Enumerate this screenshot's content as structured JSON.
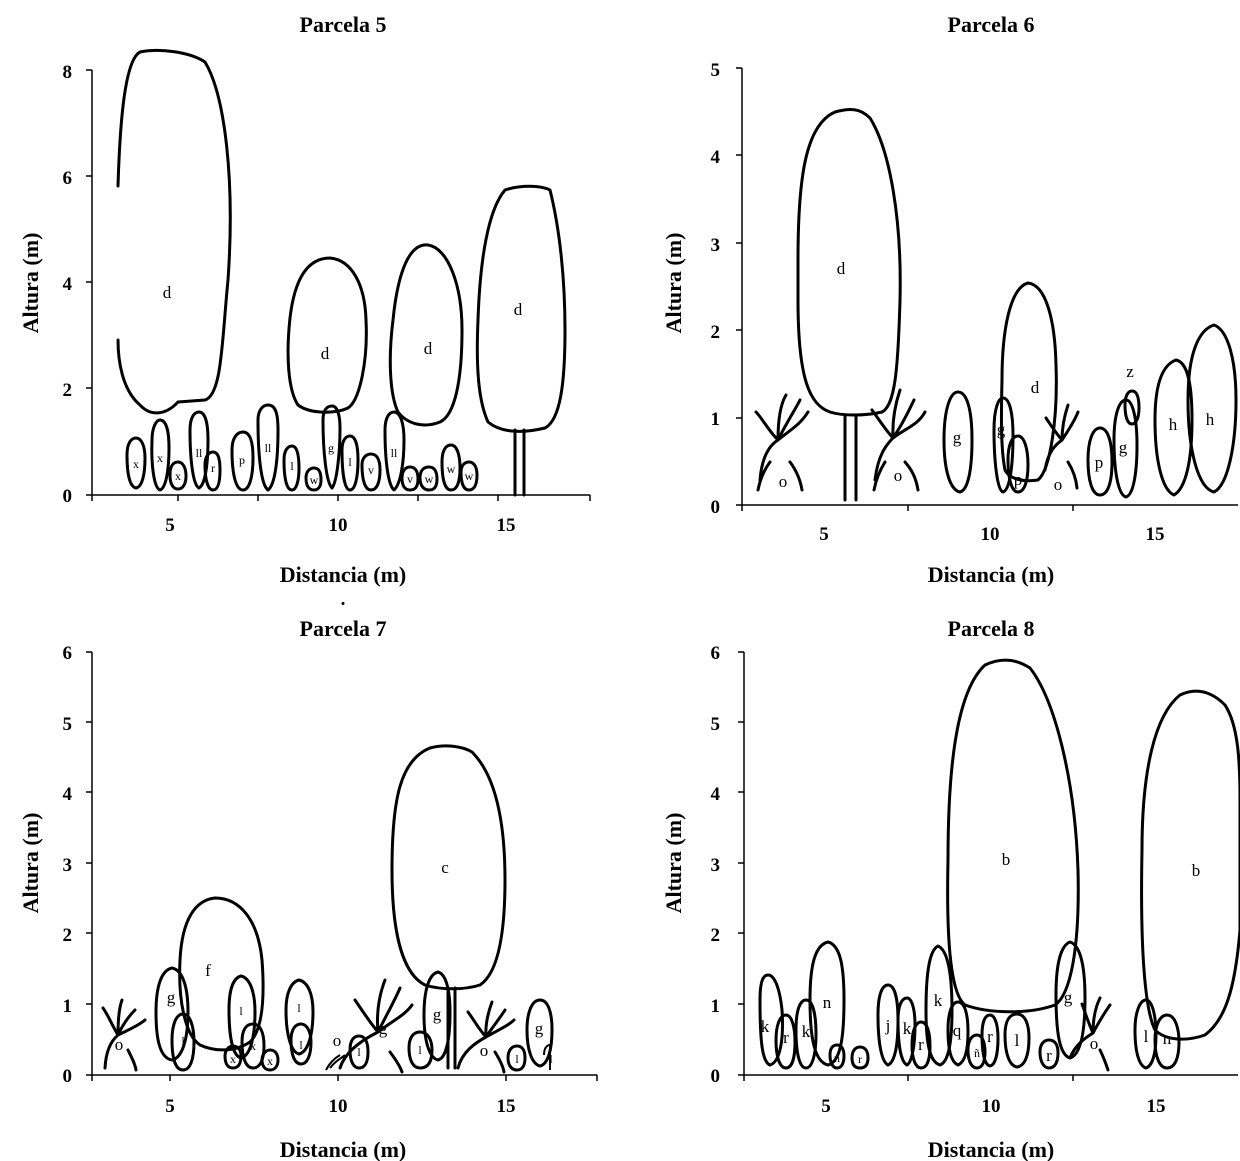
{
  "panels": [
    {
      "title": "Parcela 5",
      "xlabel": "Distancia (m)",
      "ylabel": "Altura (m)",
      "xticks": [
        "5",
        "10",
        "15"
      ],
      "yticks": [
        "0",
        "2",
        "4",
        "6",
        "8"
      ],
      "labels": [
        "x",
        "x",
        "x",
        "ll",
        "r",
        "p",
        "ll",
        "l",
        "w",
        "g",
        "l",
        "v",
        "ll",
        "v",
        "w",
        "w",
        "w",
        "d",
        "d",
        "d",
        "d"
      ]
    },
    {
      "title": "Parcela 6",
      "xlabel": "Distancia (m)",
      "ylabel": "Altura (m)",
      "xticks": [
        "5",
        "10",
        "15"
      ],
      "yticks": [
        "0",
        "1",
        "2",
        "3",
        "4",
        "5"
      ],
      "labels": [
        "o",
        "d",
        "o",
        "g",
        "g",
        "p",
        "o",
        "d",
        "p",
        "g",
        "z",
        "h",
        "h"
      ]
    },
    {
      "title": "Parcela 7",
      "xlabel": "Distancia (m)",
      "ylabel": "Altura (m)",
      "xticks": [
        "5",
        "10",
        "15"
      ],
      "yticks": [
        "0",
        "1",
        "2",
        "3",
        "4",
        "5",
        "6"
      ],
      "labels": [
        "o",
        "g",
        "l",
        "f",
        "l",
        "x",
        "x",
        "x",
        "l",
        "l",
        "o",
        "l",
        "g",
        "l",
        "g",
        "o",
        "l",
        "g",
        "l",
        "c"
      ]
    },
    {
      "title": "Parcela 8",
      "xlabel": "Distancia (m)",
      "ylabel": "Altura (m)",
      "xticks": [
        "5",
        "10",
        "15"
      ],
      "yticks": [
        "0",
        "1",
        "2",
        "3",
        "4",
        "5",
        "6"
      ],
      "labels": [
        "k",
        "r",
        "k",
        "n",
        "n",
        "r",
        "j",
        "k",
        "r",
        "k",
        "q",
        "ñ",
        "r",
        "l",
        "r",
        "g",
        "o",
        "l",
        "n",
        "b",
        "b"
      ]
    }
  ],
  "separator": "."
}
